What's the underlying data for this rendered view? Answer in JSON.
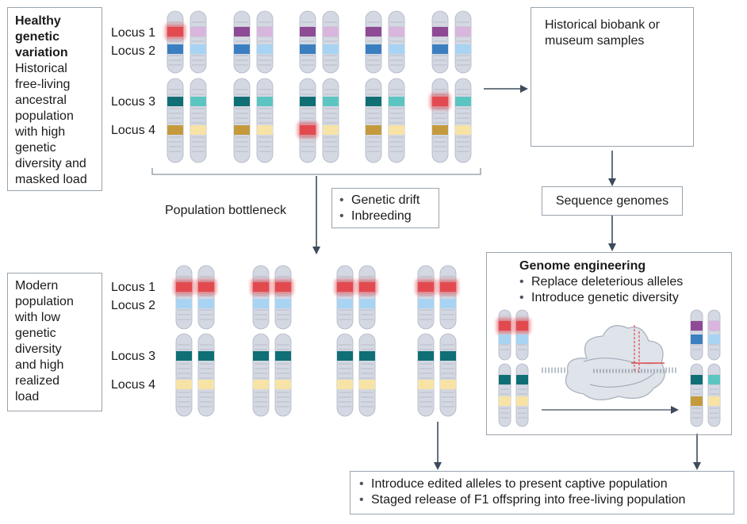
{
  "ancestral": {
    "title": "Healthy genetic variation",
    "lines": [
      "Historical",
      "free-living",
      "ancestral",
      "population",
      "with high",
      "genetic",
      "diversity and",
      "masked load"
    ]
  },
  "modern": {
    "lines": [
      "Modern",
      "population",
      "with low",
      "genetic",
      "diversity",
      "and high",
      "realized",
      "load"
    ]
  },
  "loci": [
    "Locus 1",
    "Locus 2",
    "Locus 3",
    "Locus 4"
  ],
  "bottleneck": {
    "label": "Population bottleneck",
    "factors": [
      "Genetic drift",
      "Inbreeding"
    ]
  },
  "biobank": {
    "title_line1": "Historical biobank or",
    "title_line2": "museum samples"
  },
  "sequence": {
    "label": "Sequence genomes"
  },
  "engineering": {
    "title": "Genome engineering",
    "items": [
      "Replace deleterious alleles",
      "Introduce genetic diversity"
    ]
  },
  "outcome": {
    "items": [
      "Introduce edited alleles to present captive population",
      "Staged release of F1 offspring into free-living population"
    ]
  },
  "colors": {
    "purple": "#8e4a94",
    "lavender": "#d9b6dd",
    "blue": "#3b7fc0",
    "lightblue": "#a9d3f2",
    "teal": "#0f6f75",
    "turquoise": "#5cc5c1",
    "gold": "#c49a3c",
    "paleyellow": "#f7e3a6",
    "red": "#e24a4f",
    "chromosome": "#d4d8e2",
    "arrow": "#3d4b5c",
    "border": "#9aa3ad"
  }
}
